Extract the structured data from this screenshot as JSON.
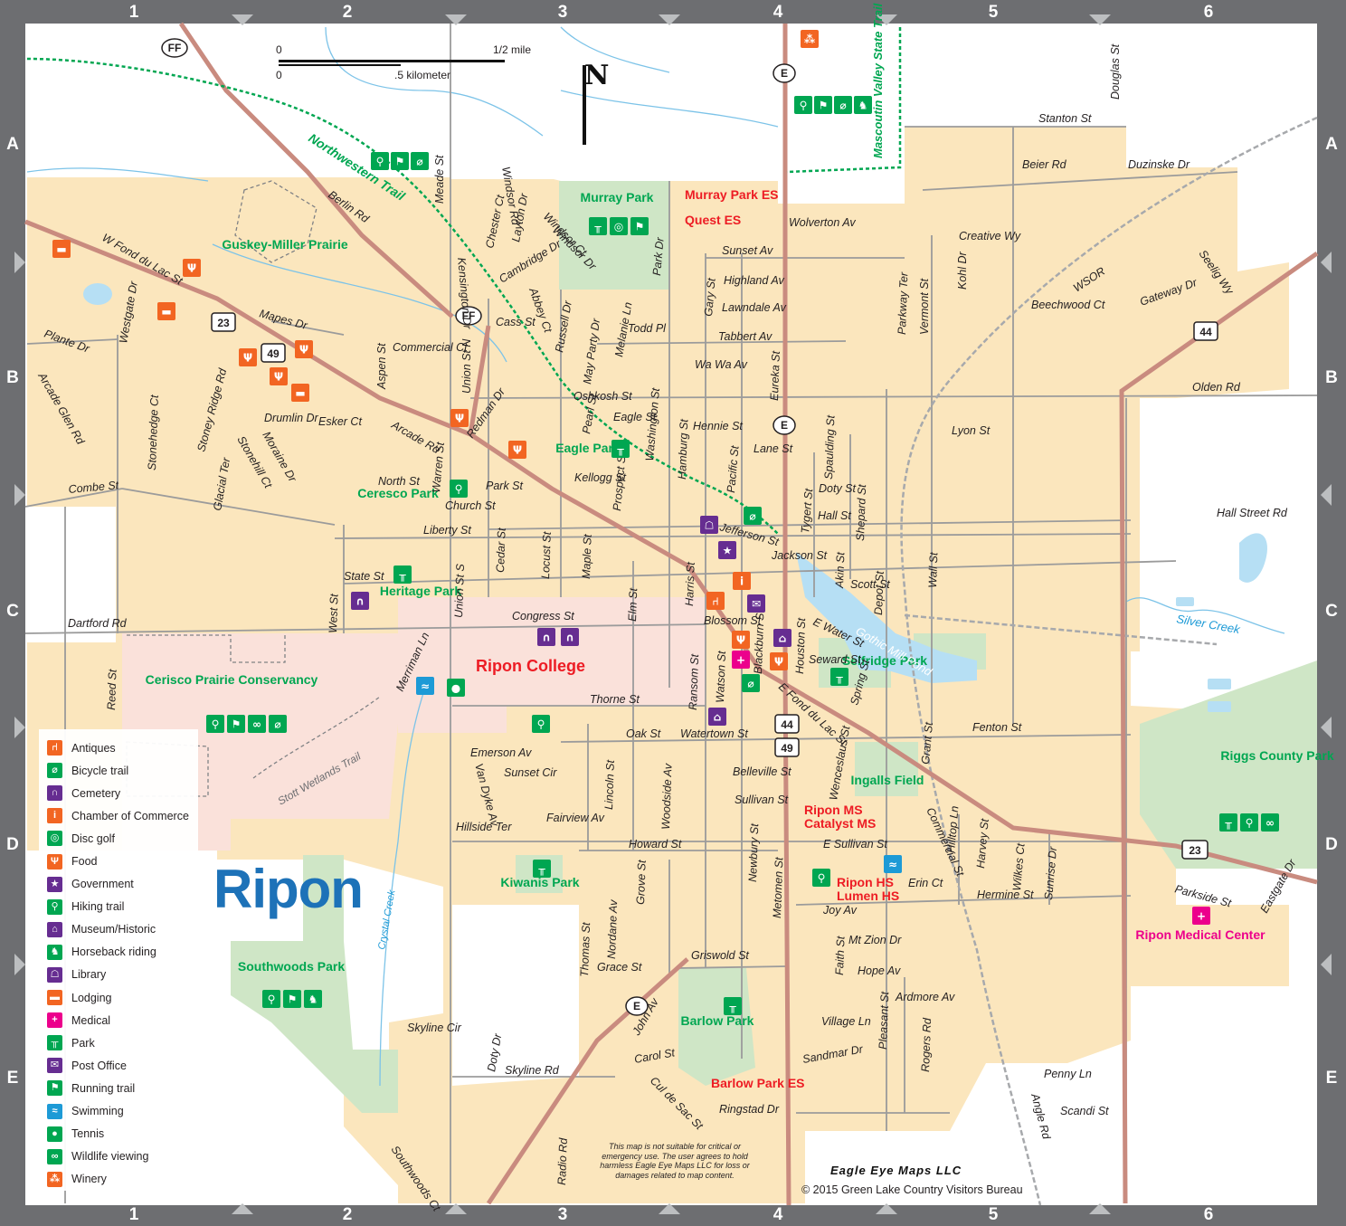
{
  "map": {
    "city_name": "Ripon",
    "grid_columns": [
      "1",
      "2",
      "3",
      "4",
      "5",
      "6"
    ],
    "grid_rows": [
      "A",
      "B",
      "C",
      "D",
      "E"
    ],
    "scale": {
      "zero": "0",
      "mile_label": "1/2 mile",
      "km_label": ".5 kilometer"
    },
    "north_label": "N",
    "disclaimer": "This map is not suitable for critical or emergency use. The user agrees to hold harmless Eagle Eye Maps LLC for loss or damages related to map content.",
    "publisher": "Eagle Eye Maps LLC",
    "copyright": "© 2015 Green Lake Country Visitors Bureau"
  },
  "colors": {
    "frame": "#6d6e71",
    "base": "#ffffff",
    "urban": "#fbe6bd",
    "campus": "#fae1da",
    "park": "#cfe6c6",
    "water": "#b6dff4",
    "river": "#7cc3e8",
    "road": "#9b9b9b",
    "highway": "#c98b7f",
    "trail": "#00a651",
    "label_red": "#ed1c24",
    "label_green": "#00a651",
    "label_blue": "#1d72b8",
    "medical": "#ec008c"
  },
  "legend": [
    {
      "label": "Antiques",
      "icon": "chair-icon",
      "color": "#f26522"
    },
    {
      "label": "Bicycle trail",
      "icon": "bicycle-icon",
      "color": "#00a651"
    },
    {
      "label": "Cemetery",
      "icon": "headstone-icon",
      "color": "#662d91"
    },
    {
      "label": "Chamber of Commerce",
      "icon": "info-icon",
      "color": "#f26522"
    },
    {
      "label": "Disc golf",
      "icon": "disc-golf-icon",
      "color": "#00a651"
    },
    {
      "label": "Food",
      "icon": "fork-knife-icon",
      "color": "#f26522"
    },
    {
      "label": "Government",
      "icon": "star-icon",
      "color": "#662d91"
    },
    {
      "label": "Hiking trail",
      "icon": "hiker-icon",
      "color": "#00a651"
    },
    {
      "label": "Museum/Historic",
      "icon": "museum-icon",
      "color": "#662d91"
    },
    {
      "label": "Horseback riding",
      "icon": "horse-icon",
      "color": "#00a651"
    },
    {
      "label": "Library",
      "icon": "library-icon",
      "color": "#662d91"
    },
    {
      "label": "Lodging",
      "icon": "bed-icon",
      "color": "#f26522"
    },
    {
      "label": "Medical",
      "icon": "cross-icon",
      "color": "#ec008c"
    },
    {
      "label": "Park",
      "icon": "picnic-table-icon",
      "color": "#00a651"
    },
    {
      "label": "Post Office",
      "icon": "envelope-icon",
      "color": "#662d91"
    },
    {
      "label": "Running trail",
      "icon": "runner-icon",
      "color": "#00a651"
    },
    {
      "label": "Swimming",
      "icon": "swimmer-icon",
      "color": "#1d9ad6"
    },
    {
      "label": "Tennis",
      "icon": "tennis-icon",
      "color": "#00a651"
    },
    {
      "label": "Wildlife viewing",
      "icon": "binoculars-icon",
      "color": "#00a651"
    },
    {
      "label": "Winery",
      "icon": "grapes-icon",
      "color": "#f26522"
    }
  ],
  "route_shields": [
    "FF",
    "E",
    "23",
    "49",
    "44"
  ],
  "places_red": [
    "Murray Park ES",
    "Quest ES",
    "Ripon College",
    "Ripon MS",
    "Catalyst MS",
    "Ripon HS",
    "Lumen HS",
    "Barlow Park ES"
  ],
  "places_green": [
    "Murray Park",
    "Guskey-Miller Prairie",
    "Eagle Park",
    "Ceresco Park",
    "Heritage Park",
    "Cerisco Prairie Conservancy",
    "Selfridge Park",
    "Ingalls Field",
    "Kiwanis Park",
    "Southwoods Park",
    "Barlow Park",
    "Riggs County Park"
  ],
  "trails": [
    "Northwestern Trail",
    "Mascoutin Valley State Trail",
    "Stott Wetlands Trail"
  ],
  "water_labels": [
    "Silver Creek",
    "Crystal Creek",
    "Gothic Mill Pond"
  ],
  "medical_label": "Ripon Medical Center",
  "streets": [
    "Berlin Rd",
    "Meade St",
    "Chester Ct",
    "Windsor Rd",
    "Layton Dr",
    "Windsor Ct",
    "Windsor Dr",
    "Kensington Dr",
    "Cambridge Dr",
    "Abbey Ct",
    "Cass St",
    "Russell Dr",
    "May Party Dr",
    "Melanie Ln",
    "Todd Pl",
    "Park Dr",
    "Sunset Av",
    "Gary St",
    "Highland Av",
    "Lawndale Av",
    "Tabbert Av",
    "Wa Wa Av",
    "Eureka St",
    "Wolverton Av",
    "Stanton St",
    "Beier Rd",
    "Duzinske Dr",
    "Douglas St",
    "Creative Wy",
    "Kohl Dr",
    "Vermont St",
    "Parkway Ter",
    "WSOR",
    "Beechwood Ct",
    "Gateway Dr",
    "Seelig Wy",
    "Olden Rd",
    "Oshkosh St",
    "W Fond du Lac St",
    "Westgate Dr",
    "Plante Dr",
    "Arcade Glen Rd",
    "Mapes Dr",
    "Commercial Ct",
    "Aspen St",
    "Union St N",
    "Redman Dr",
    "Pearl St",
    "Eagle St",
    "Washington St",
    "Hamburg St",
    "Hennie St",
    "Lane St",
    "Spaulding St",
    "Lyon St",
    "Stonehedge Ct",
    "Stoney Ridge Rd",
    "Drumlin Dr",
    "Esker Ct",
    "Moraine Dr",
    "Arcade Rd",
    "Stonehill Ct",
    "Glacial Ter",
    "Combe St",
    "North St",
    "Warren St",
    "Church St",
    "Park St",
    "Kellogg St",
    "Prospect St",
    "Pacific St",
    "Doty St",
    "Tygert St",
    "Hall St",
    "Shepard St",
    "Hall Street Rd",
    "Liberty St",
    "Cedar St",
    "Locust St",
    "Maple St",
    "Jefferson St",
    "Jackson St",
    "State St",
    "Dartford Rd",
    "West St",
    "Union St S",
    "Harris St",
    "Scott St",
    "Akin St",
    "Depot St",
    "Wall St",
    "Congress St",
    "Elm St",
    "Blossom St",
    "Blackburn St",
    "E Water St",
    "Houston St",
    "Seward St",
    "Spring St",
    "Merriman Ln",
    "Thorne St",
    "Ransom St",
    "Watson St",
    "E Fond du Lac St",
    "Fenton St",
    "Reed St",
    "Oak St",
    "Watertown St",
    "Grant St",
    "Emerson Av",
    "Sunset Cir",
    "Van Dyke Av",
    "Lincoln St",
    "Woodside Av",
    "Belleville St",
    "Wenceslaus St",
    "Commercial St",
    "Hillside Ter",
    "Fairview Av",
    "Sullivan St",
    "Hilltop Ln",
    "Harvey St",
    "Wilkes Ct",
    "Sunrise Dr",
    "Howard St",
    "E Sullivan St",
    "Erin Ct",
    "Hermine St",
    "Parkside St",
    "Eastgate Dr",
    "Grove St",
    "Newbury St",
    "Metomen St",
    "Joy Av",
    "Nordane Av",
    "Thomas St",
    "Mt Zion Dr",
    "Faith St",
    "Griswold St",
    "Grace St",
    "Hope Av",
    "Ardmore Av",
    "Pleasant St",
    "Rogers Rd",
    "Village Ln",
    "Skyline Cir",
    "John Av",
    "Carol St",
    "Sandmar Dr",
    "Doty Dr",
    "Skyline Rd",
    "Cul de Sac St",
    "Penny Ln",
    "Angle Rd",
    "Scandi St",
    "Ringstad Dr",
    "Radio Rd",
    "Southwoods Ct"
  ]
}
